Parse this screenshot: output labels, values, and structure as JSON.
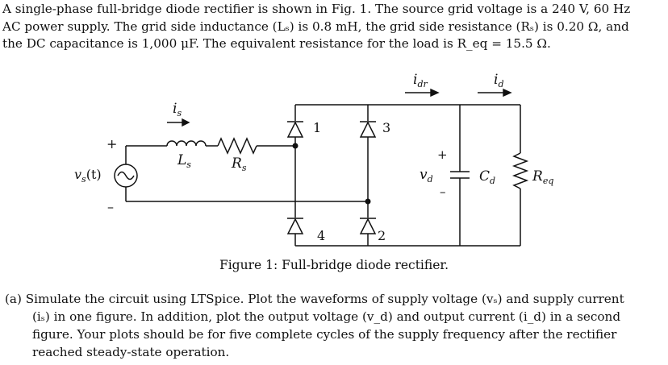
{
  "problem": {
    "intro_lines": [
      "A single-phase full-bridge diode rectifier is shown in Fig. 1. The source grid voltage is a 240 V, 60 Hz",
      "AC power supply. The grid side inductance (Lₛ) is 0.8 mH, the grid side resistance (Rₛ) is 0.20 Ω, and",
      "the DC capacitance is 1,000 μF. The equivalent resistance for the load is R_eq = 15.5 Ω."
    ]
  },
  "figure": {
    "labels": {
      "is": "i",
      "is_sub": "s",
      "Ls": "L",
      "Ls_sub": "s",
      "Rs": "R",
      "Rs_sub": "s",
      "vs": "v",
      "vs_sub": "s",
      "vs_tail": "(t)",
      "plus_src": "+",
      "minus_src": "–",
      "d1": "1",
      "d2": "2",
      "d3": "3",
      "d4": "4",
      "idr": "i",
      "idr_sub": "dr",
      "id": "i",
      "id_sub": "d",
      "vd": "v",
      "vd_sub": "d",
      "plus_cap": "+",
      "minus_cap": "–",
      "Cd": "C",
      "Cd_sub": "d",
      "Req": "R",
      "Req_sub": "eq"
    },
    "caption": "Figure 1: Full-bridge diode rectifier."
  },
  "question_a": {
    "label": "(a)",
    "lines": [
      "Simulate the circuit using LTSpice. Plot the waveforms of supply voltage (vₛ) and supply current",
      "(iₛ) in one figure. In addition, plot the output voltage (v_d) and output current (i_d) in a second",
      "figure. Your plots should be for five complete cycles of the supply frequency after the rectifier",
      "reached steady-state operation."
    ]
  }
}
